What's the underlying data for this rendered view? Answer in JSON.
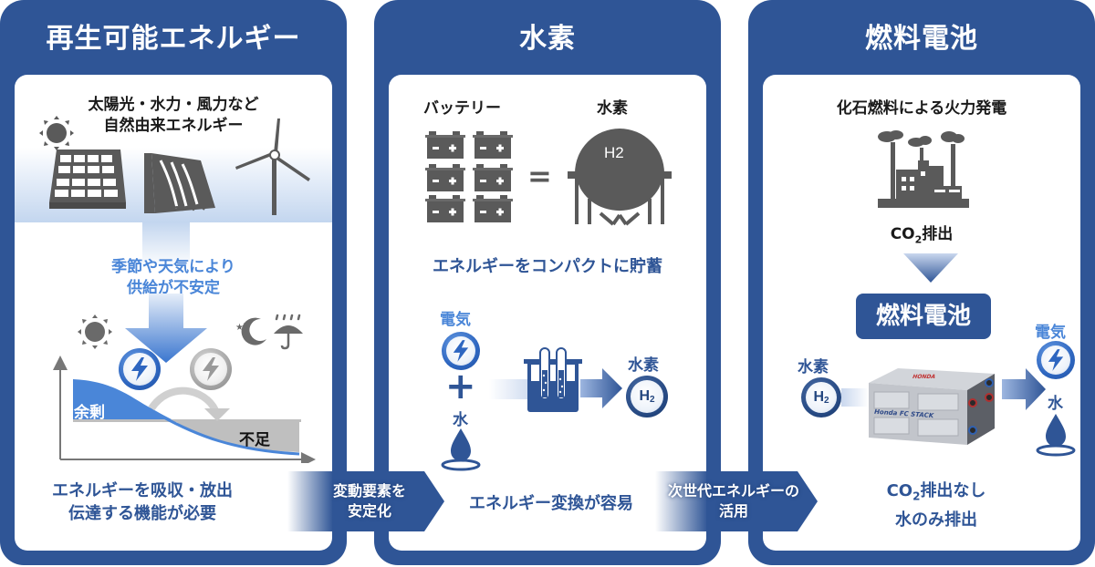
{
  "colors": {
    "brand_navy": "#2f5596",
    "accent_blue": "#4a86d8",
    "icon_gray": "#5a5a5a"
  },
  "panels": [
    {
      "title": "再生可能エネルギー",
      "nature_caption": [
        "太陽光・水力・風力など",
        "自然由来エネルギー"
      ],
      "icons": [
        "sun-icon",
        "solar-panel-icon",
        "dam-icon",
        "wind-turbine-icon"
      ],
      "instability_note": [
        "季節や天気により",
        "供給が不安定"
      ],
      "weather_icons": [
        "sun-icon",
        "moon-stars-icon",
        "umbrella-rain-icon"
      ],
      "graph": {
        "surplus_label": "余剰",
        "shortage_label": "不足"
      },
      "conclusion": [
        "エネルギーを吸収・放出",
        "伝達する機能が必要"
      ]
    },
    {
      "title": "水素",
      "battery_label": "バッテリー",
      "hydrogen_label": "水素",
      "equals": "=",
      "tank_label": "H2",
      "storage_note": "エネルギーをコンパクトに貯蓄",
      "electricity_label": "電気",
      "plus": "+",
      "water_label": "水",
      "product_label": "水素",
      "product_symbol": "H",
      "product_subscript": "2",
      "conclusion": "エネルギー変換が容易"
    },
    {
      "title": "燃料電池",
      "fossil_caption": "化石燃料による火力発電",
      "co2_label": "CO2排出",
      "co2_prefix": "CO",
      "co2_sub": "2",
      "co2_suffix": "排出",
      "badge": "燃料電池",
      "input_label": "水素",
      "input_symbol": "H",
      "input_subscript": "2",
      "stack_brand": "HONDA",
      "stack_label": "Honda FC STACK",
      "output_electricity": "電気",
      "output_water": "水",
      "conclusion_line1_prefix": "CO",
      "conclusion_line1_sub": "2",
      "conclusion_line1_suffix": "排出なし",
      "conclusion_line2": "水のみ排出"
    }
  ],
  "connectors": [
    {
      "lines": [
        "変動要素を",
        "安定化"
      ]
    },
    {
      "lines": [
        "次世代エネルギーの",
        "活用"
      ]
    }
  ]
}
